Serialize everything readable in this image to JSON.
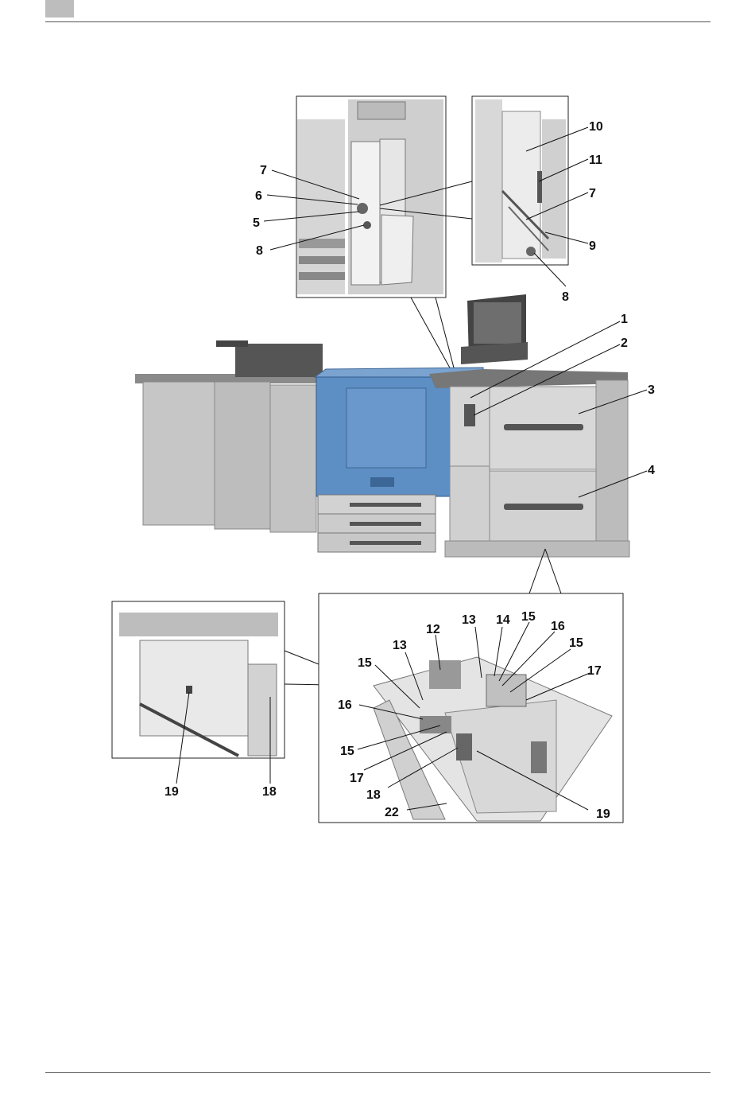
{
  "page": {
    "header_tab_color": "#bdbdbd",
    "rule_color": "#555555"
  },
  "figure": {
    "machine_color_main": "#5d8ec4",
    "machine_color_body": "#c9c9c9",
    "callouts": {
      "inset_door_left": [
        "7",
        "6",
        "5",
        "8"
      ],
      "inset_door_right": [
        "10",
        "11",
        "7",
        "9",
        "8"
      ],
      "main_unit": [
        "1",
        "2",
        "3",
        "4"
      ],
      "inset_tray_left": [
        "19",
        "18"
      ],
      "inset_tray_right": [
        "12",
        "13",
        "14",
        "15",
        "16",
        "15",
        "13",
        "15",
        "16",
        "17",
        "15",
        "17",
        "18",
        "22",
        "19"
      ]
    }
  }
}
